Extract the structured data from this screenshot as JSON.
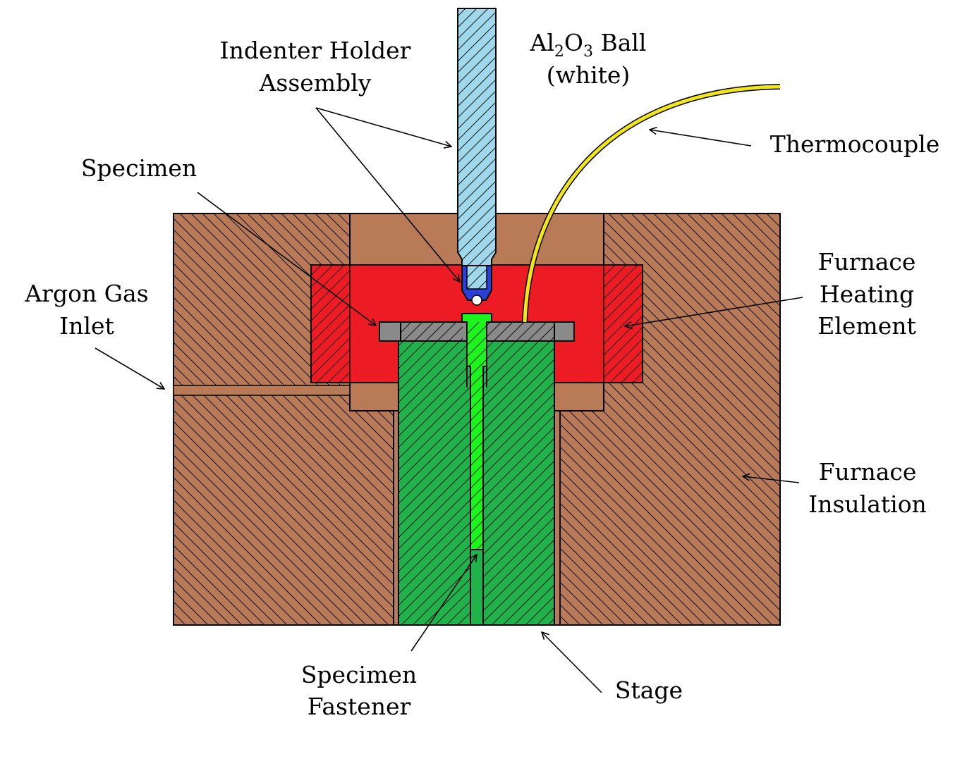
{
  "colors": {
    "insulation": "#b97b57",
    "heater": "#ed1c24",
    "stage": "#21b24b",
    "fastener": "#1cf51c",
    "specimen": "#8a8a8a",
    "holder_rod": "#9fd8ea",
    "holder_cup": "#2b3fd6",
    "thermocouple": "#f2e51a",
    "ball": "#ffffff"
  },
  "labels": {
    "ball": {
      "prefix": "Al",
      "sub1": "2",
      "mid": "O",
      "sub2": "3",
      "suffix": " Ball",
      "note": "(white)"
    },
    "indenter": {
      "line1": "Indenter Holder",
      "line2": "Assembly"
    },
    "thermocouple": "Thermocouple",
    "specimen": "Specimen",
    "furnace_heating": {
      "line1": "Furnace",
      "line2": "Heating",
      "line3": "Element"
    },
    "argon": {
      "line1": "Argon Gas",
      "line2": "Inlet"
    },
    "furnace_insulation": {
      "line1": "Furnace",
      "line2": "Insulation"
    },
    "fastener": {
      "line1": "Specimen",
      "line2": "Fastener"
    },
    "stage": "Stage"
  }
}
